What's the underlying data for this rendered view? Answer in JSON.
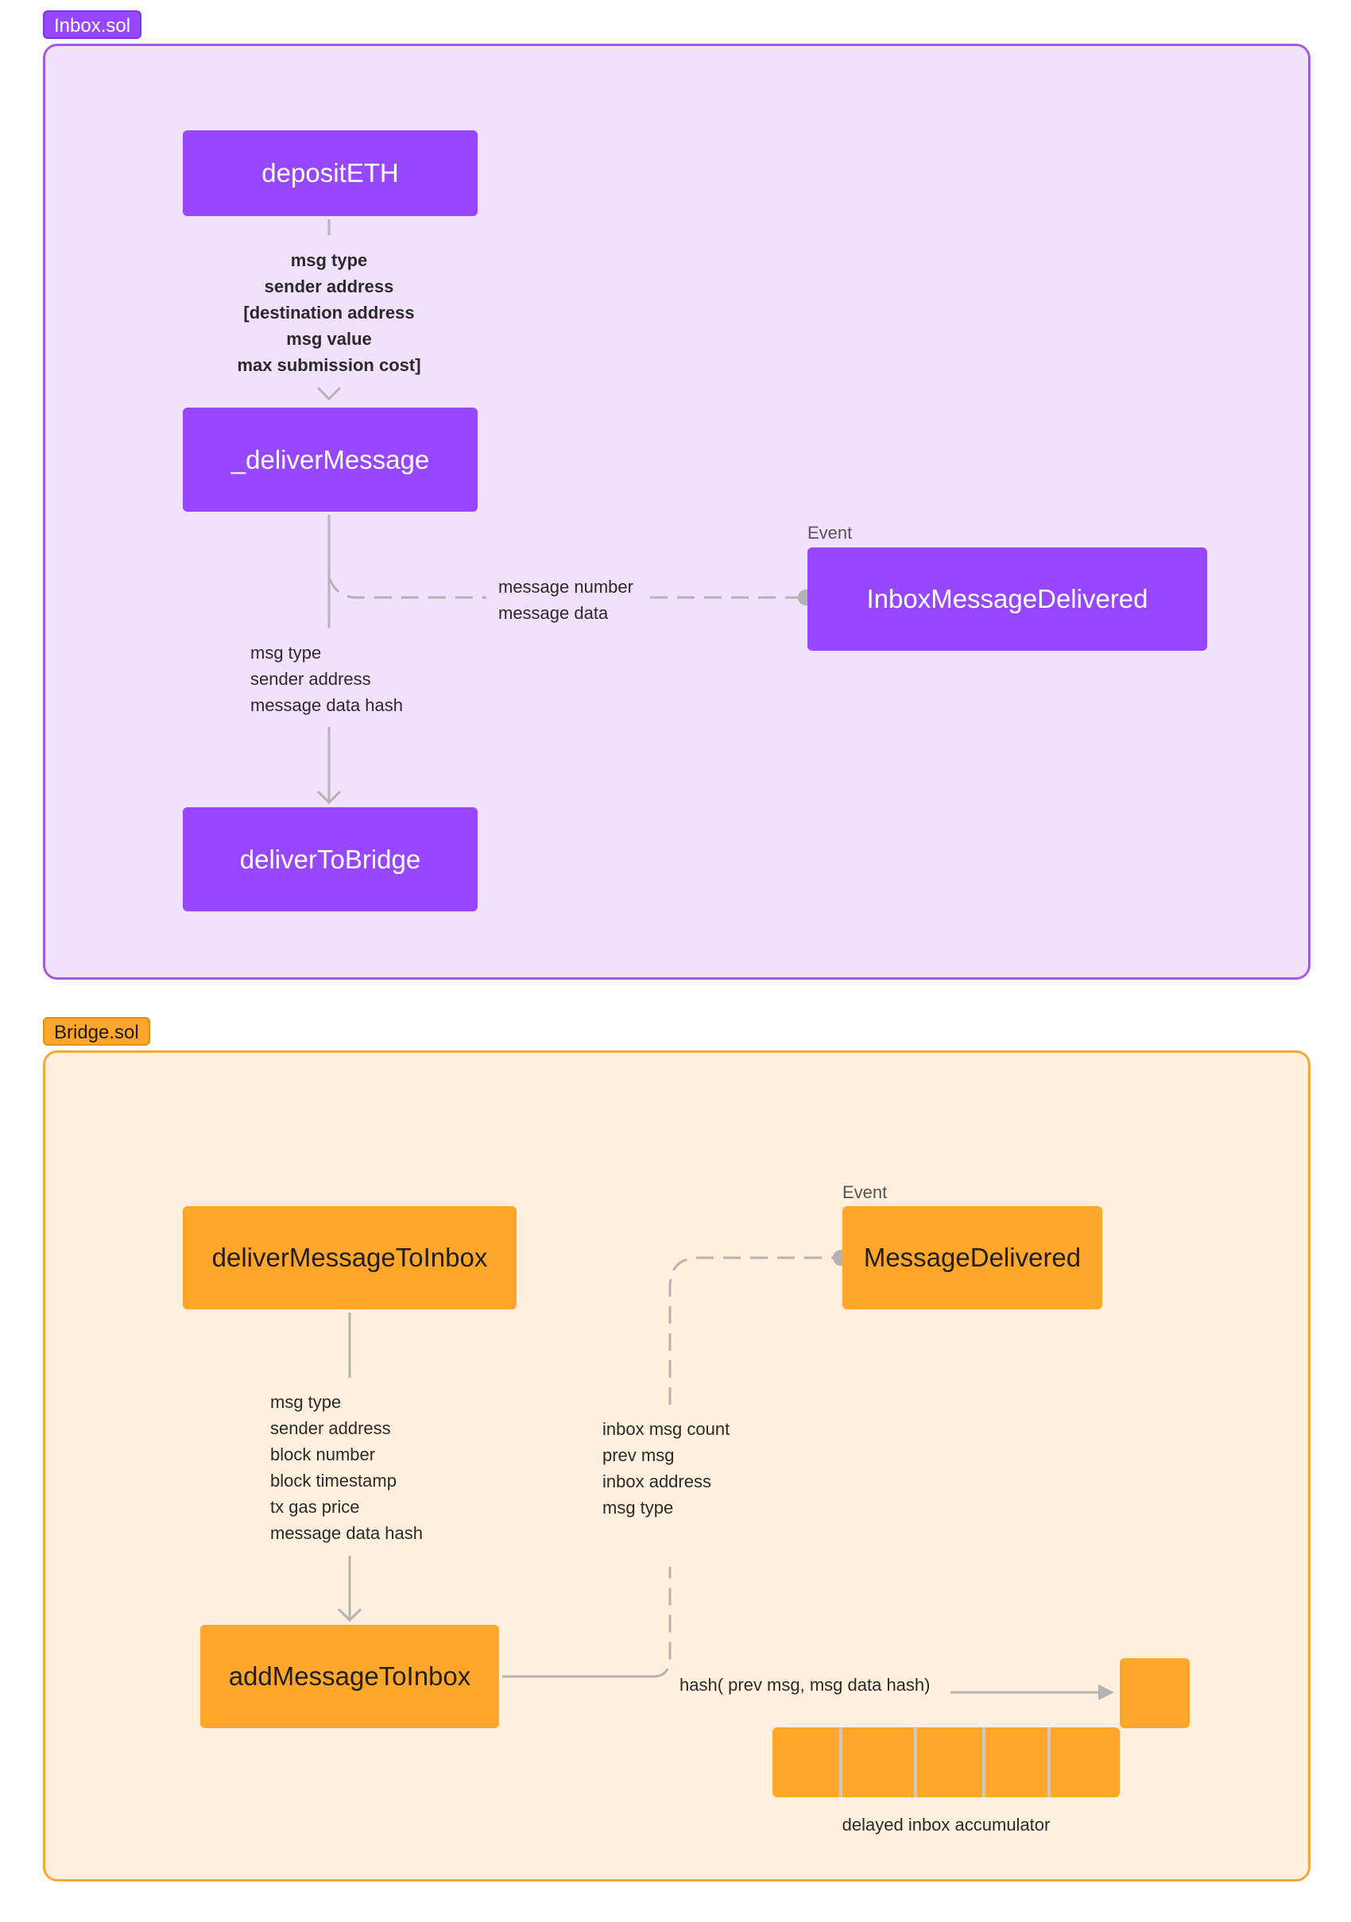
{
  "inbox": {
    "tag": "Inbox.sol",
    "nodes": {
      "deposit_eth": "depositETH",
      "deliver_message": "_deliverMessage",
      "deliver_to_bridge": "deliverToBridge",
      "inbox_message_delivered": "InboxMessageDelivered"
    },
    "event_label": "Event",
    "deposit_params": [
      "msg type",
      "sender address",
      "[destination address",
      "msg value",
      "max submission cost]"
    ],
    "event_params": [
      "message number",
      "message data"
    ],
    "bridge_params": [
      "msg type",
      "sender address",
      "message data hash"
    ]
  },
  "bridge": {
    "tag": "Bridge.sol",
    "nodes": {
      "deliver_message_to_inbox": "deliverMessageToInbox",
      "add_message_to_inbox": "addMessageToInbox",
      "message_delivered": "MessageDelivered"
    },
    "event_label": "Event",
    "add_params": [
      "msg type",
      "sender address",
      "block number",
      "block timestamp",
      "tx gas price",
      "message data hash"
    ],
    "event_params": [
      "inbox msg count",
      "prev msg",
      "inbox address",
      "msg type"
    ],
    "hash_label": "hash( prev msg, msg data hash)",
    "accumulator_label": "delayed inbox accumulator",
    "accumulator_cells": 5
  },
  "colors": {
    "purple": "#9747ff",
    "orange": "#ffa62b",
    "connector": "#b3b3b3"
  }
}
